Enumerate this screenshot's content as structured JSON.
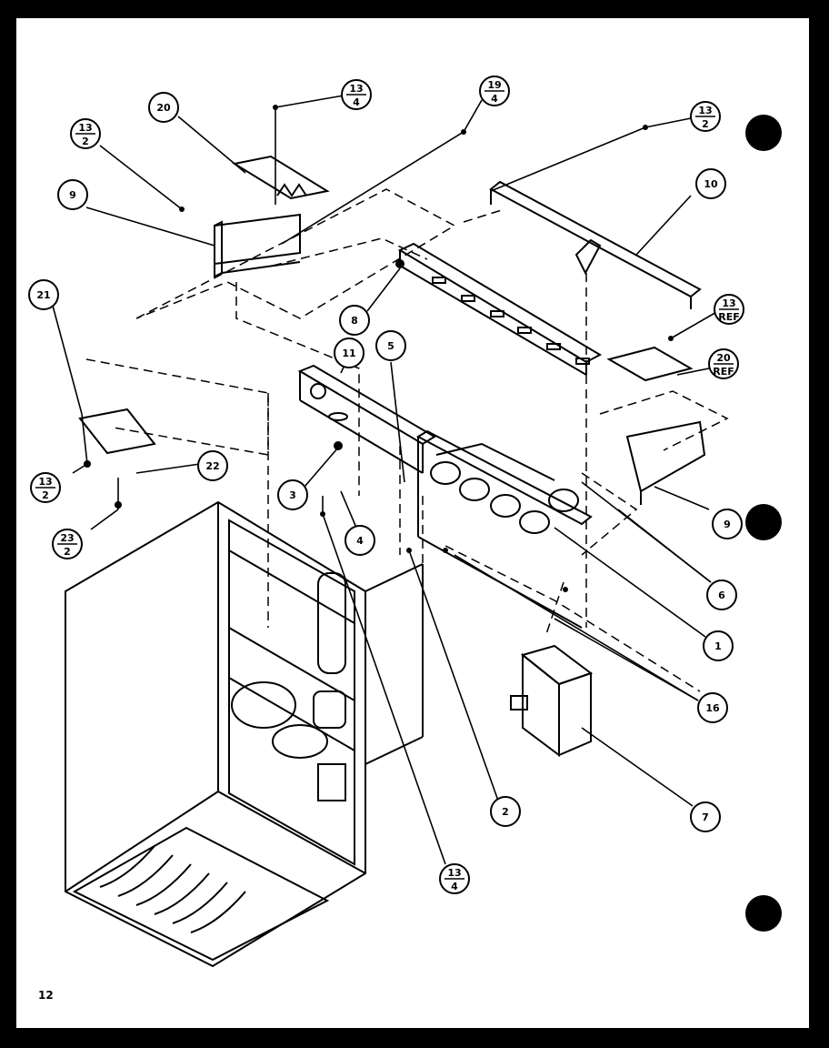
{
  "page": {
    "page_number": "12"
  },
  "callouts": [
    {
      "id": "c20a",
      "label": "20"
    },
    {
      "id": "c13-4a",
      "num": "13",
      "den": "4"
    },
    {
      "id": "c19-4",
      "num": "19",
      "den": "4"
    },
    {
      "id": "c13-2a",
      "num": "13",
      "den": "2"
    },
    {
      "id": "c13-2b",
      "num": "13",
      "den": "2"
    },
    {
      "id": "c9a",
      "label": "9"
    },
    {
      "id": "c10",
      "label": "10"
    },
    {
      "id": "c13ref",
      "num": "13",
      "den": "REF"
    },
    {
      "id": "c8",
      "label": "8"
    },
    {
      "id": "c11",
      "label": "11"
    },
    {
      "id": "c5",
      "label": "5"
    },
    {
      "id": "c20ref",
      "num": "20",
      "den": "REF"
    },
    {
      "id": "c21",
      "label": "21"
    },
    {
      "id": "c22",
      "label": "22"
    },
    {
      "id": "c13-2c",
      "num": "13",
      "den": "2"
    },
    {
      "id": "c23-2",
      "num": "23",
      "den": "2"
    },
    {
      "id": "c3",
      "label": "3"
    },
    {
      "id": "c4",
      "label": "4"
    },
    {
      "id": "c9b",
      "label": "9"
    },
    {
      "id": "c6",
      "label": "6"
    },
    {
      "id": "c1",
      "label": "1"
    },
    {
      "id": "c16",
      "label": "16"
    },
    {
      "id": "c2",
      "label": "2"
    },
    {
      "id": "c7",
      "label": "7"
    },
    {
      "id": "c13-4b",
      "num": "13",
      "den": "4"
    }
  ]
}
